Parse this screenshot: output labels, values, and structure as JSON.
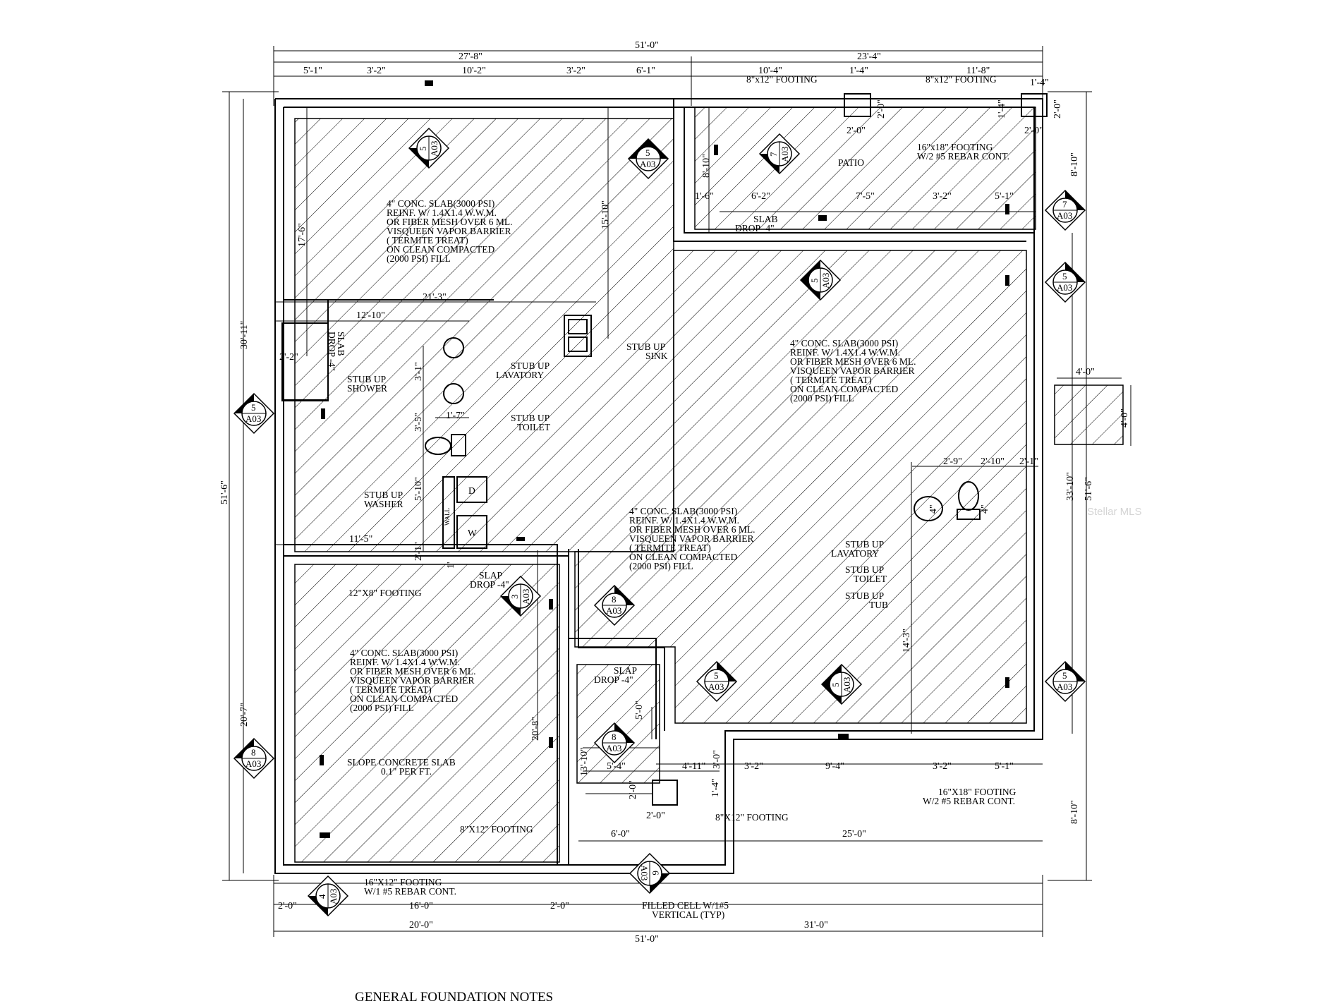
{
  "dims": {
    "top_total": "51'-0\"",
    "top_left": "27'-8\"",
    "top_right": "23'-4\"",
    "top_seg": [
      "5'-1\"",
      "3'-2\"",
      "10'-2\"",
      "3'-2\"",
      "6'-1\"",
      "10'-4\"",
      "1'-4\"",
      "11'-8\""
    ],
    "patio": [
      "1'-6\"",
      "6'-2\"",
      "7'-5\"",
      "3'-2\"",
      "5'-1\""
    ],
    "bottom_row1": [
      "3'-2\"",
      "9'-4\"",
      "3'-2\"",
      "5'-1\""
    ],
    "b_2ft_left": "2'-0\"",
    "b_16ft": "16'-0\"",
    "b_2ft_right": "2'-0\"",
    "b_20ft": "20'-0\"",
    "b_31ft": "31'-0\"",
    "bottom_total": "51'-0\"",
    "left_30_11": "30'-11\"",
    "left_51_6": "51'-6\"",
    "left_20_7": "20'-7\"",
    "left_17_6": "17'-6\"",
    "right_8_10_top": "8'-10\"",
    "right_33_10": "33'-10\"",
    "right_51_6": "51'-6\"",
    "right_8_10_bottom": "8'-10\"",
    "d_15_10": "15'-10\"",
    "d_8_10": "8'-10\"",
    "d_21_3": "21'-3\"",
    "d_12_10": "12'-10\"",
    "d_2_2": "2'-2\"",
    "d_3_1": "3'-1\"",
    "d_3_5": "3'-5\"",
    "d_1_7": "1'-7\"",
    "d_5_10": "5'-10\"",
    "d_11_5": "11'-5\"",
    "d_2_1": "2'-1\"",
    "d_1": "1'",
    "d_20_8": "20'-8\"",
    "d_13_10": "13'-10\"",
    "d_5_4": "5'-4\"",
    "d_4_11": "4'-11\"",
    "d_3_0": "3'-0\"",
    "d_5_0": "5'-0\"",
    "d_6_0": "6'-0\"",
    "d_25_0": "25'-0\"",
    "d_14_3": "14'-3\"",
    "d_2_9": "2'-9\"",
    "d_2_10": "2'-10\"",
    "d_2_1b": "2'-1\"",
    "d_4_0a": "4'-0\"",
    "d_4_0b": "4'-0\"",
    "d_4_in": "4\"",
    "d_4_in2": "4\"",
    "pad1_w": "2'-0\"",
    "pad1_h": "2'-0\"",
    "pad2_w": "2'-0\"",
    "pad2_h": "2'-0\"",
    "pad2_top": "1'-4\"",
    "pad2_side": "1'-4\"",
    "pad3_w": "2'-0\"",
    "pad3_h": "2'-0\"",
    "pad3_side": "1'-4\""
  },
  "labels": {
    "footing_8x12_a": "8\"x12\" FOOTING",
    "footing_8x12_b": "8\"x12\" FOOTING",
    "footing_16x18_top": [
      "16\"x18\" FOOTING",
      "W/2 #5 REBAR CONT."
    ],
    "patio": "PATIO",
    "slab_drop_patio": [
      "SLAB",
      "DROP -4\""
    ],
    "slab_drop_bath": [
      "SLAB",
      "DROP -4\""
    ],
    "stub_shower": [
      "STUB UP",
      "SHOWER"
    ],
    "stub_lavatory": [
      "STUB UP",
      "LAVATORY"
    ],
    "stub_toilet": [
      "STUB UP",
      "TOILET"
    ],
    "stub_sink": [
      "STUB UP",
      "SINK"
    ],
    "stub_washer": [
      "STUB UP",
      "WASHER"
    ],
    "stub_lavatory2": [
      "STUB UP",
      "LAVATORY"
    ],
    "stub_toilet2": [
      "STUB UP",
      "TOILET"
    ],
    "stub_tub": [
      "STUB UP",
      "TUB"
    ],
    "dryer": "D",
    "washer": "W",
    "wall": "WALL",
    "footing_12x8": "12\"X8\" FOOTING",
    "slap_drop_center": [
      "SLAP",
      "DROP -4\""
    ],
    "slap_drop_lower": [
      "SLAP",
      "DROP -4\""
    ],
    "slope": [
      "SLOPE CONCRETE SLAB",
      "0.1\"  PER FT."
    ],
    "footing_8x12_lower_left": "8\"X12\" FOOTING",
    "footing_8x12_lower_right": "8\"X12\" FOOTING",
    "footing_16x18_bottom": [
      "16\"X18\" FOOTING",
      "W/2 #5 REBAR CONT."
    ],
    "footing_16x12": [
      "16\"X12\" FOOTING",
      "W/1 #5 REBAR CONT."
    ],
    "filled_cell": [
      "FILLED CELL W/1#5",
      "VERTICAL (TYP)"
    ],
    "general_notes": "GENERAL FOUNDATION NOTES",
    "watermark": "Stellar MLS"
  },
  "slab_note": [
    "4\" CONC. SLAB(3000 PSI)",
    "REINF. W/ 1.4X1.4 W.W.M.",
    "OR FIBER MESH OVER 6 ML.",
    "VISQUEEN VAPOR BARRIER",
    "( TERMITE TREAT)",
    "ON CLEAN COMPACTED",
    "(2000 PSI) FILL"
  ],
  "section_tags": [
    {
      "num": "5",
      "sheet": "A03"
    },
    {
      "num": "5",
      "sheet": "A03"
    },
    {
      "num": "7",
      "sheet": "A03"
    },
    {
      "num": "7",
      "sheet": "A03"
    },
    {
      "num": "5",
      "sheet": "A03"
    },
    {
      "num": "5",
      "sheet": "A03"
    },
    {
      "num": "5",
      "sheet": "A03"
    },
    {
      "num": "3",
      "sheet": "A03"
    },
    {
      "num": "8",
      "sheet": "A03"
    },
    {
      "num": "8",
      "sheet": "A03"
    },
    {
      "num": "8",
      "sheet": "A03"
    },
    {
      "num": "5",
      "sheet": "A03"
    },
    {
      "num": "5",
      "sheet": "A03"
    },
    {
      "num": "5",
      "sheet": "A03"
    },
    {
      "num": "6",
      "sheet": "A03"
    },
    {
      "num": "4",
      "sheet": "A03"
    }
  ]
}
